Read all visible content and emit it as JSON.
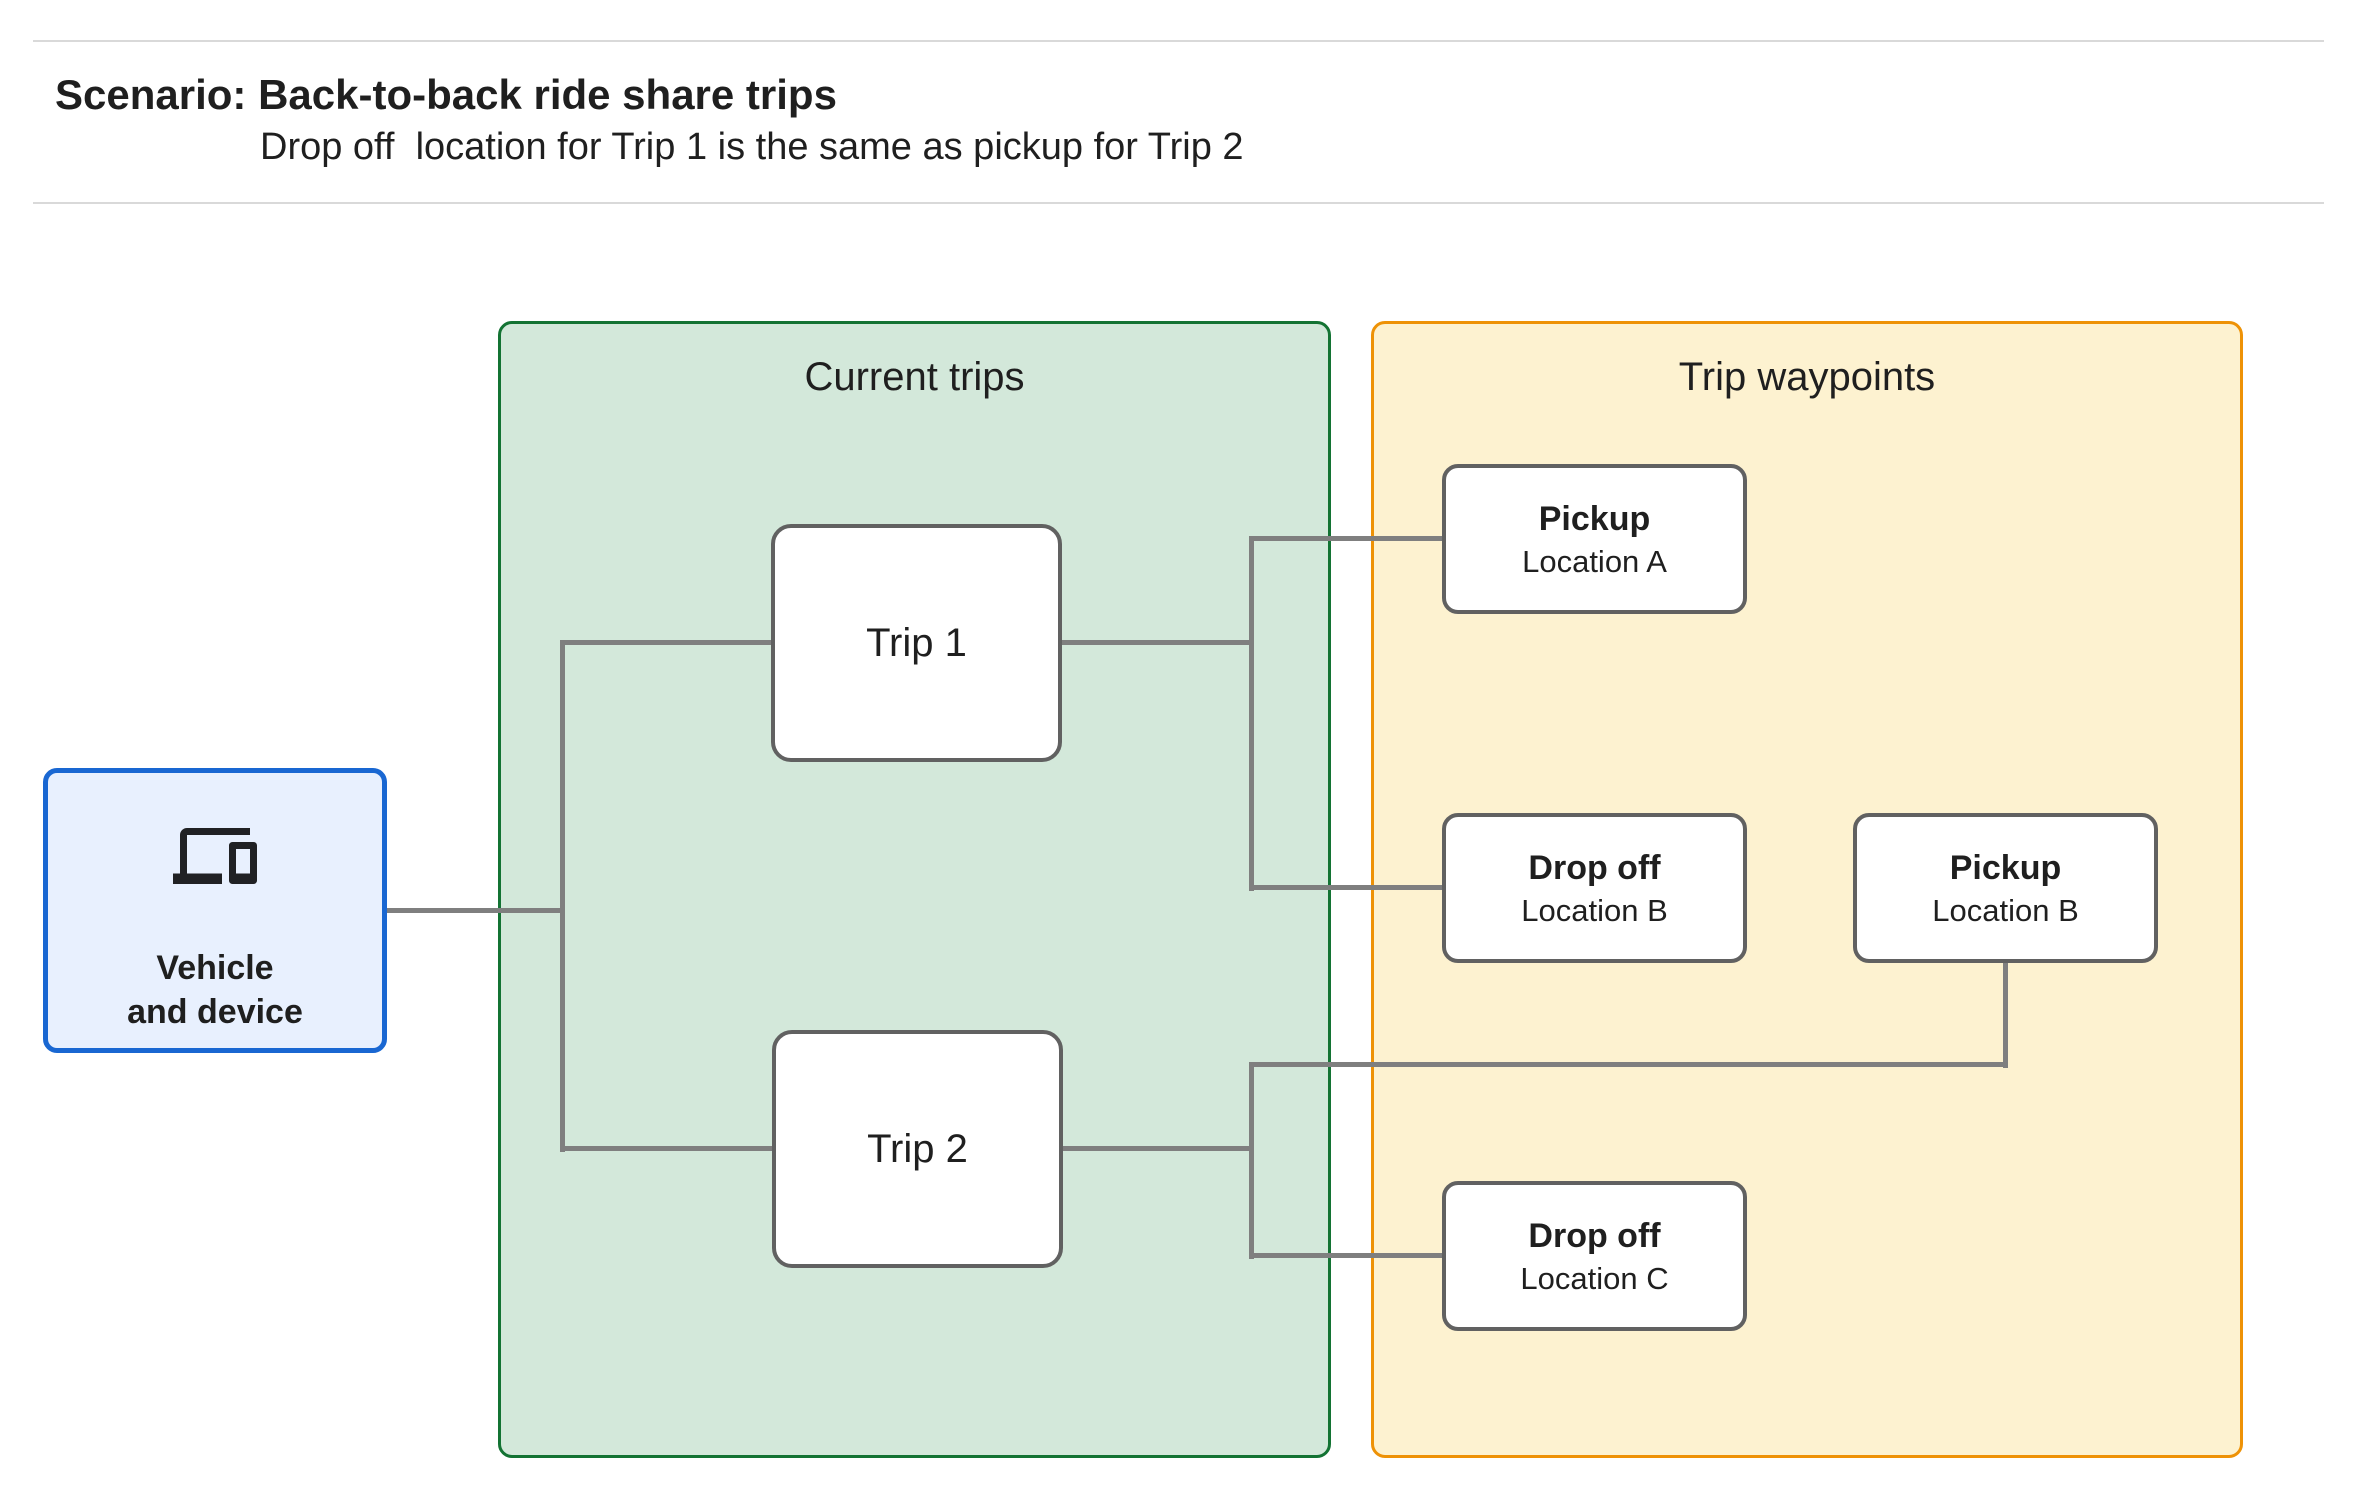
{
  "header": {
    "title": "Scenario: Back-to-back ride share trips",
    "subtitle": "Drop off  location for Trip 1 is the same as pickup for Trip 2"
  },
  "groups": {
    "current_trips": {
      "title": "Current trips"
    },
    "trip_waypoints": {
      "title": "Trip waypoints"
    }
  },
  "vehicle": {
    "icon": "devices-icon",
    "label_line1": "Vehicle",
    "label_line2": "and device"
  },
  "trips": [
    {
      "id": "trip-1",
      "label": "Trip 1"
    },
    {
      "id": "trip-2",
      "label": "Trip 2"
    }
  ],
  "waypoints": [
    {
      "id": "pickup-location-a",
      "title": "Pickup",
      "subtitle": "Location A"
    },
    {
      "id": "dropoff-location-b",
      "title": "Drop off",
      "subtitle": "Location B"
    },
    {
      "id": "pickup-location-b",
      "title": "Pickup",
      "subtitle": "Location B"
    },
    {
      "id": "dropoff-location-c",
      "title": "Drop off",
      "subtitle": "Location C"
    }
  ],
  "colors": {
    "green_fill": "#d3e8da",
    "green_border": "#137333",
    "yellow_fill": "#fdf2d0",
    "yellow_border": "#ee9206",
    "blue_fill": "#e8f0fe",
    "blue_border": "#1967d2",
    "node_border": "#616161",
    "connector": "#7f7f7f",
    "text": "#1f1f1f",
    "rule": "#d9d9d9"
  }
}
